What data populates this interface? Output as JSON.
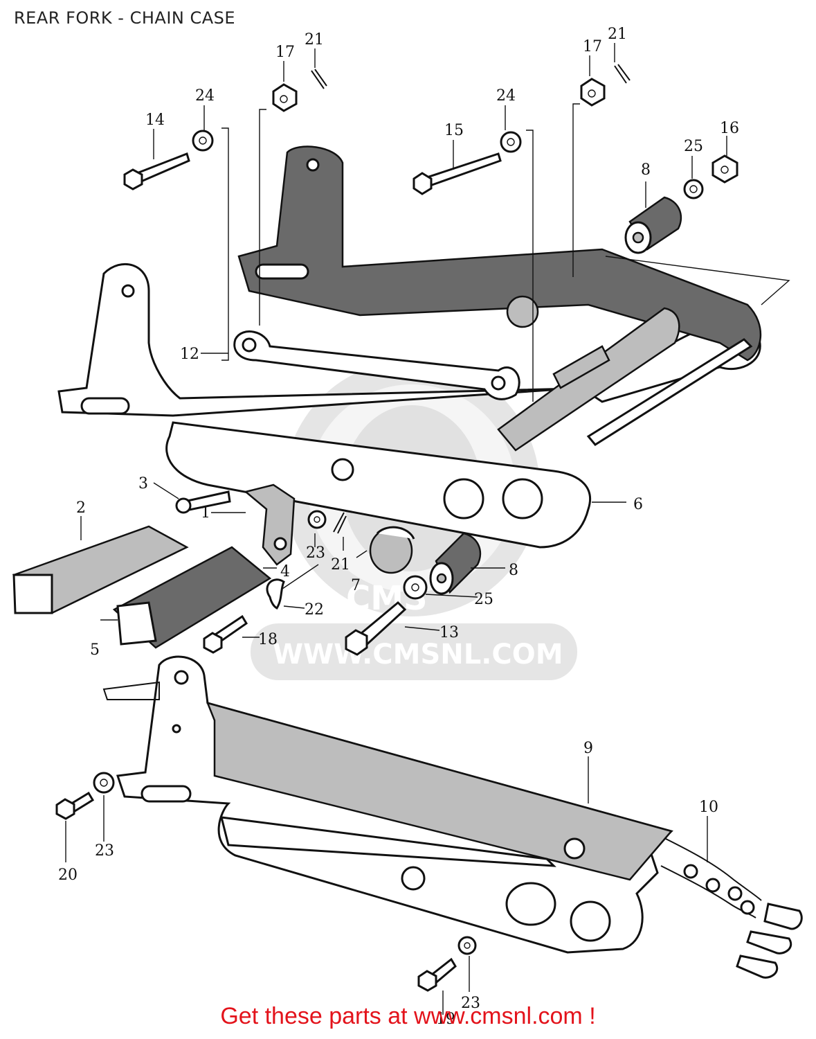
{
  "title": "REAR FORK - CHAIN CASE",
  "footer": "Get these parts at www.cmsnl.com !",
  "watermark": {
    "logo_text": "CMS",
    "url": "WWW.CMSNL.COM"
  },
  "callouts": [
    "1",
    "2",
    "3",
    "4",
    "5",
    "6",
    "7",
    "8",
    "8",
    "9",
    "10",
    "12",
    "13",
    "14",
    "15",
    "16",
    "17",
    "17",
    "18",
    "19",
    "20",
    "21",
    "21",
    "21",
    "22",
    "23",
    "23",
    "23",
    "24",
    "24",
    "25",
    "25"
  ],
  "colors": {
    "footer": "#e3131b",
    "ink": "#111111",
    "watermark": "#cfcfcf"
  }
}
